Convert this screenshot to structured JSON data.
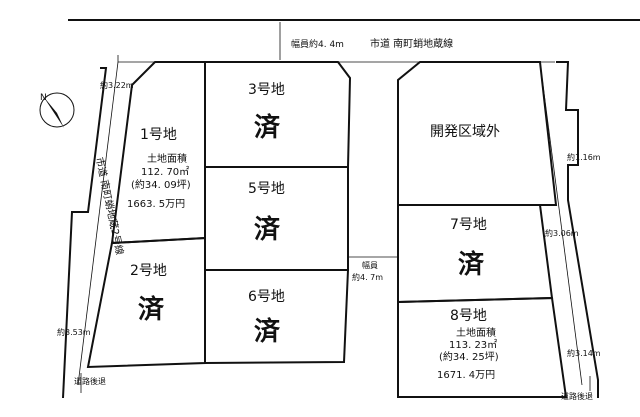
{
  "road_top": {
    "width": "幅員約4. 4m",
    "name": "市道 南町蛸地蔵線"
  },
  "road_left": {
    "name": "市道 南町蛸地蔵2号線",
    "width_top": "約3.22m",
    "width_bottom": "約3.53m",
    "setback": "道路後退"
  },
  "road_middle": {
    "width_label": "幅員",
    "width_value": "約4. 7m"
  },
  "road_right": {
    "width_1": "約1.16m",
    "width_2": "約3.06m",
    "width_3": "約3.14m",
    "setback": "道路後退"
  },
  "compass": {
    "label": "N",
    "icon": "north-arrow-icon"
  },
  "lots": [
    {
      "title": "1号地",
      "area_label": "土地面積",
      "area_m2": "112. 70㎡",
      "area_tsubo": "(約34. 09坪)",
      "price": "1663. 5万円"
    },
    {
      "title": "2号地",
      "status": "済"
    },
    {
      "title": "3号地",
      "status": "済"
    },
    {
      "title": "5号地",
      "status": "済"
    },
    {
      "title": "6号地",
      "status": "済"
    },
    {
      "title": "7号地",
      "status": "済"
    },
    {
      "title": "8号地",
      "area_label": "土地面積",
      "area_m2": "113. 23㎡",
      "area_tsubo": "(約34. 25坪)",
      "price": "1671. 4万円"
    }
  ],
  "outside_area": "開発区域外"
}
